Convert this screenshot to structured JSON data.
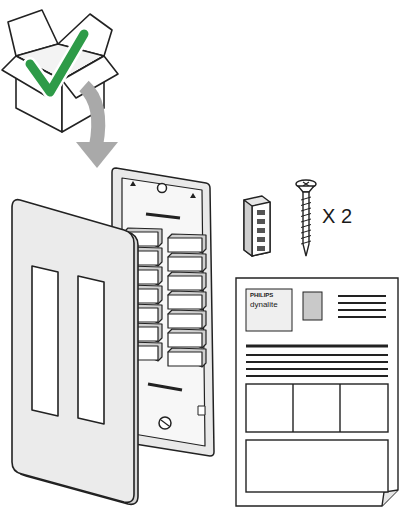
{
  "diagram": {
    "labels": [
      "X 2",
      "PHILIPS",
      "dynalite"
    ]
  }
}
